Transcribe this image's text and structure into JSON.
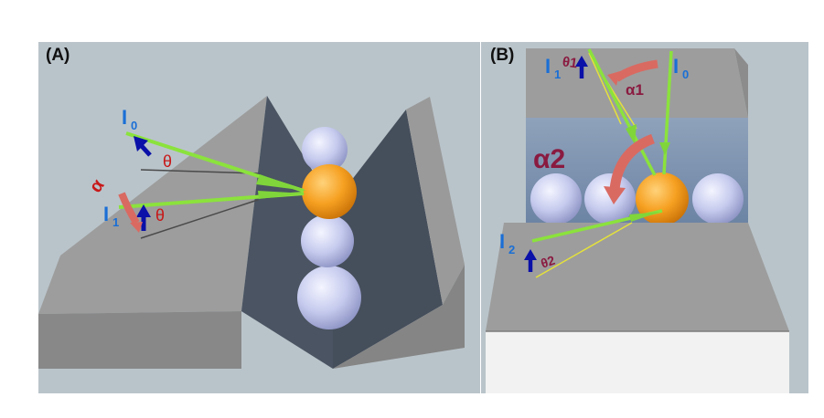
{
  "panel_a": {
    "label": "(A)",
    "symbols": {
      "incident_beam": "I",
      "incident_sub": "0",
      "reflected_beam": "I",
      "reflected_sub": "1",
      "angle_top": "θ",
      "angle_bottom": "θ",
      "rotation": "α"
    }
  },
  "panel_b": {
    "label": "(B)",
    "symbols": {
      "incident_beam": "I",
      "incident_sub": "0",
      "beam1": "I",
      "beam1_sub": "1",
      "beam2": "I",
      "beam2_sub": "2",
      "theta1": "θ1",
      "theta2": "θ2",
      "alpha1": "α1",
      "alpha2": "α2"
    }
  },
  "colors": {
    "panel_bg": "#b9c4ca",
    "block_gray": "#9b9b9b",
    "groove_dark": "#4b5562",
    "sphere_lavender": "#c8ccf0",
    "sphere_orange": "#f4a022",
    "beam_green": "#8ce63c",
    "arrow_blue": "#0a10a8",
    "rotation_salmon": "#d96a62",
    "label_blue": "#1a6fd6",
    "label_red": "#c81818",
    "label_maroon": "#8a1a40"
  }
}
